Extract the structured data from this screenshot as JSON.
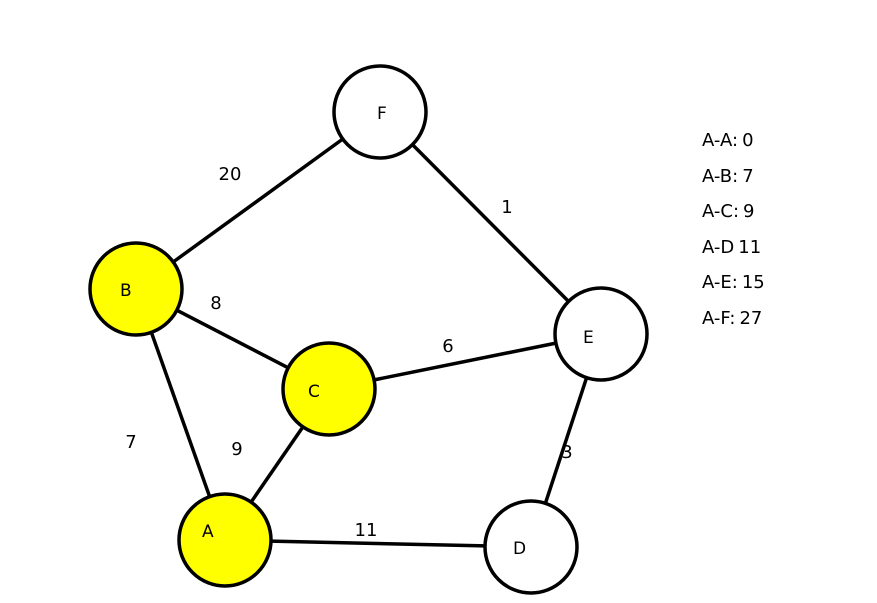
{
  "diagram": {
    "nodes": [
      {
        "id": "F",
        "label": "F",
        "highlighted": false
      },
      {
        "id": "B",
        "label": "B",
        "highlighted": true
      },
      {
        "id": "C",
        "label": "C",
        "highlighted": true
      },
      {
        "id": "E",
        "label": "E",
        "highlighted": false
      },
      {
        "id": "A",
        "label": "A",
        "highlighted": true
      },
      {
        "id": "D",
        "label": "D",
        "highlighted": false
      }
    ],
    "edges": [
      {
        "from": "B",
        "to": "F",
        "weight": "20"
      },
      {
        "from": "F",
        "to": "E",
        "weight": "1"
      },
      {
        "from": "B",
        "to": "C",
        "weight": "8"
      },
      {
        "from": "C",
        "to": "E",
        "weight": "6"
      },
      {
        "from": "B",
        "to": "A",
        "weight": "7"
      },
      {
        "from": "C",
        "to": "A",
        "weight": "9"
      },
      {
        "from": "E",
        "to": "D",
        "weight": "3"
      },
      {
        "from": "A",
        "to": "D",
        "weight": "11"
      }
    ],
    "colors": {
      "highlight": "#ffff00",
      "node_fill": "#ffffff",
      "stroke": "#000000"
    }
  },
  "distances": [
    {
      "label": "A-A:",
      "value": "0"
    },
    {
      "label": "A-B:",
      "value": "7"
    },
    {
      "label": "A-C:",
      "value": "9"
    },
    {
      "label": "A-D",
      "value": "11"
    },
    {
      "label": "A-E:",
      "value": "15"
    },
    {
      "label": "A-F:",
      "value": "27"
    }
  ]
}
